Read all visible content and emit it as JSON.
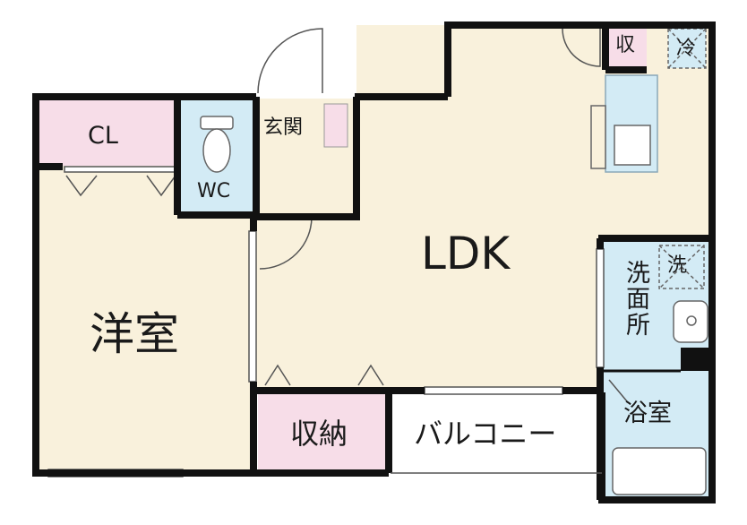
{
  "labels": {
    "ldk": "LDK",
    "youshitsu": "洋室",
    "cl": "CL",
    "wc": "WC",
    "genkan": "玄関",
    "shuunou_main": "収納",
    "shuu_small": "収",
    "rei": "冷",
    "sen": "洗",
    "senmenjo": "洗面所",
    "yokushitsu": "浴室",
    "balcony": "バルコニー"
  },
  "colors": {
    "wall": "#111111",
    "floor": "#f9f1dc",
    "closet": "#f7dde8",
    "wet": "#d3ebf5",
    "fixture": "#ffffff",
    "balcony": "#ffffff"
  }
}
